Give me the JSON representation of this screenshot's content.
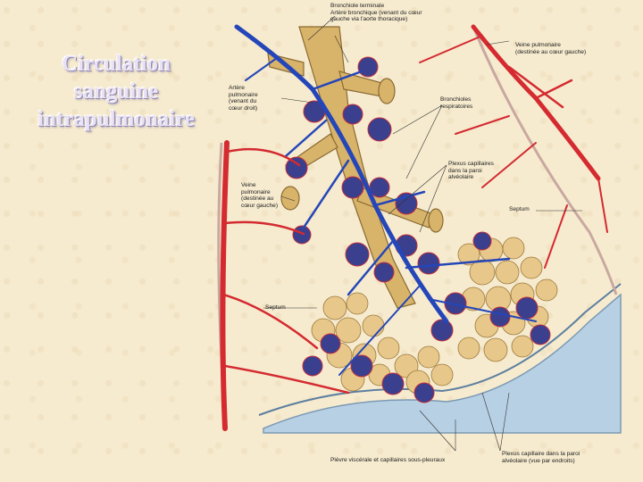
{
  "slide": {
    "title_lines": [
      "Circulation",
      "sanguine",
      "intrapulmonaire"
    ]
  },
  "colors": {
    "artery_blue": "#2546b8",
    "vein_red": "#d42a30",
    "bronchiole_tan": "#d8b36a",
    "alveolus_yellow": "#e8c78a",
    "pleura_blue": "#b8d0e4",
    "title_fill": "#e8e2f4"
  },
  "labels": {
    "bronchiole_terminale": [
      "Bronchiole terminale",
      "Artère bronchique (venant du cœur",
      "gauche via l'aorte thoracique)"
    ],
    "veine_pulmonaire_top": [
      "Veine pulmonaire",
      "(destinée au cœur gauche)"
    ],
    "artere_pulmonaire": [
      "Artère",
      "pulmonaire",
      "(venant du",
      "cœur droit)"
    ],
    "bronchioles_respiratoires": [
      "Bronchioles",
      "respiratoires"
    ],
    "plexus_capillaires": [
      "Plexus capillaires",
      "dans la paroi",
      "alvéolaire"
    ],
    "veine_pulmonaire_left": [
      "Veine",
      "pulmonaire",
      "(destinée au",
      "cœur gauche)"
    ],
    "septum_right": [
      "Septum"
    ],
    "septum_left": [
      "Septum"
    ],
    "plevre": [
      "Plèvre viscérale et capillaires sous-pleuraux"
    ],
    "plexus_bottom": [
      "Plexus capillaire dans la paroi",
      "alvéolaire (vue par endroits)"
    ]
  }
}
